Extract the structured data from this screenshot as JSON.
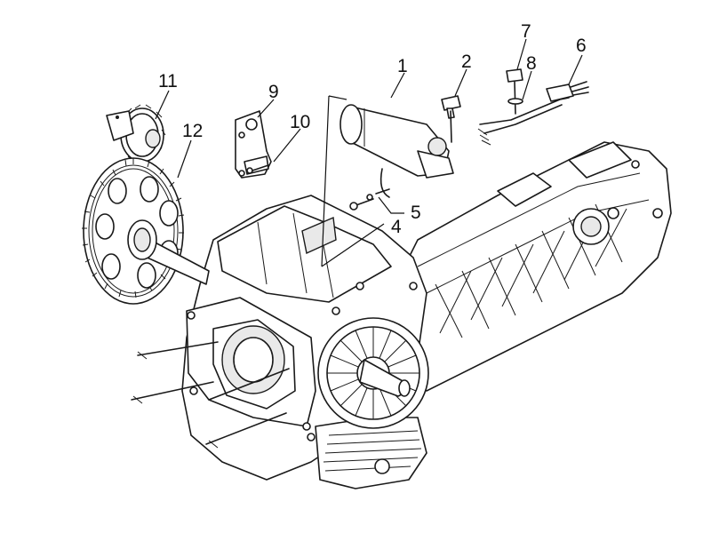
{
  "diagram": {
    "part_labels": [
      "1",
      "2",
      "4",
      "5",
      "6",
      "7",
      "8",
      "9",
      "10",
      "11",
      "12"
    ],
    "line_color": "#1a1a1a",
    "background": "#ffffff"
  }
}
